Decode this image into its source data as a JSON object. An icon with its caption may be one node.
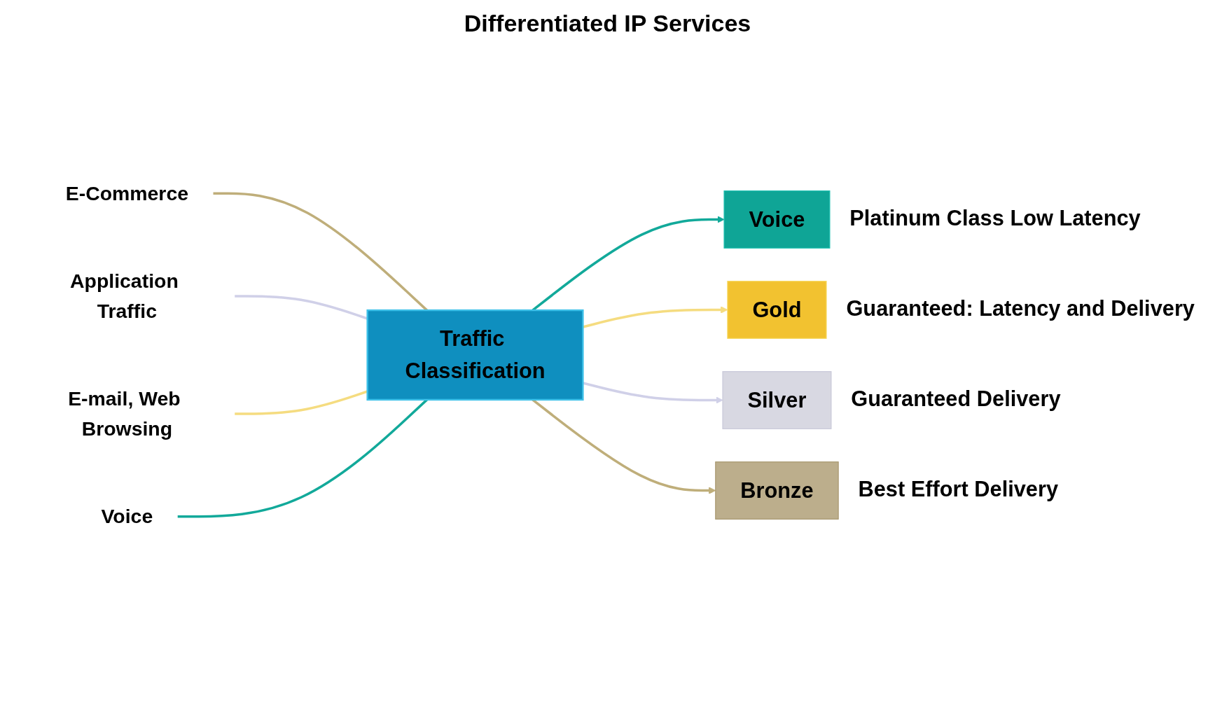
{
  "diagram": {
    "title": "Differentiated IP Services",
    "nodes": [
      {
        "text": [
          "Traffic Classification"
        ]
      },
      {
        "text": [
          "E-Commerce"
        ]
      },
      {
        "text": [
          "Application Traffic"
        ]
      },
      {
        "text": [
          "E-mail, Web Browsing"
        ]
      },
      {
        "text": [
          "Voice"
        ]
      },
      {
        "text": [
          "Voice"
        ],
        "beside": [
          "Platinum Class Low Latency"
        ]
      },
      {
        "text": [
          "Gold"
        ],
        "beside": [
          "Guaranteed: Latency and Delivery"
        ]
      },
      {
        "text": [
          "Silver"
        ],
        "beside": [
          "Guaranteed Delivery"
        ]
      },
      {
        "text": [
          "Bronze"
        ],
        "beside": [
          "Best Effort Delivery"
        ]
      }
    ],
    "edges": [
      {
        "from": 1,
        "to": 0,
        "arrow": "none",
        "color": "#bfae7a"
      },
      {
        "from": 2,
        "to": 0,
        "arrow": "none",
        "color": "#d0d0e8"
      },
      {
        "from": 3,
        "to": 0,
        "arrow": "none",
        "color": "#f5dc80"
      },
      {
        "from": 4,
        "to": 0,
        "arrow": "none",
        "color": "#12a99a"
      },
      {
        "from": 0,
        "to": 5,
        "arrow": "to",
        "color": "#12a99a"
      },
      {
        "from": 0,
        "to": 6,
        "arrow": "to",
        "color": "#f5dc80"
      },
      {
        "from": 0,
        "to": 7,
        "arrow": "to",
        "color": "#d0d0e8"
      },
      {
        "from": 0,
        "to": 8,
        "arrow": "to",
        "color": "#bfae7a"
      }
    ]
  }
}
